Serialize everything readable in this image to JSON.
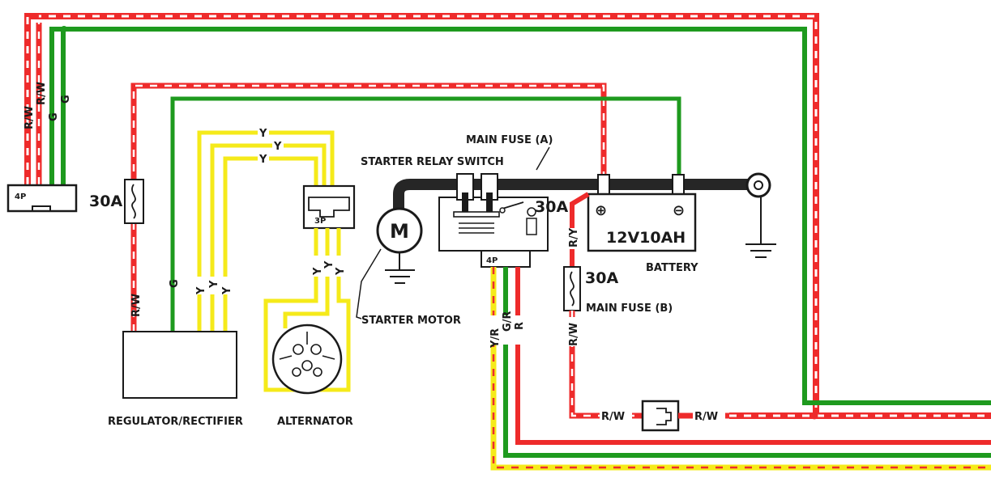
{
  "colors": {
    "red": "#ee2b2b",
    "green": "#1e9a1e",
    "yellow": "#f5ea1a",
    "ink": "#1a1a1a",
    "dash": "#ffffff"
  },
  "labels": {
    "main_fuse_a": "MAIN FUSE (A)",
    "starter_relay_switch": "STARTER RELAY SWITCH",
    "starter_motor": "STARTER MOTOR",
    "main_fuse_b": "MAIN FUSE (B)",
    "battery": "BATTERY",
    "battery_rating": "12V10AH",
    "regulator_rectifier": "REGULATOR/RECTIFIER",
    "alternator": "ALTERNATOR",
    "motor_symbol": "M",
    "fuse_30a_left": "30A",
    "fuse_30a_relay": "30A",
    "fuse_30a_main_b": "30A",
    "connector_4p_left": "4P",
    "connector_3p": "3P",
    "connector_4p_relay": "4P",
    "battery_plus": "⊕",
    "battery_minus": "⊖"
  },
  "wire_labels": {
    "left_rw_1": "R/W",
    "left_rw_2": "R/W",
    "left_g_1": "G",
    "left_g_2": "G",
    "reg_rw": "R/W",
    "reg_g": "G",
    "reg_y1": "Y",
    "reg_y2": "Y",
    "reg_y3": "Y",
    "top_y1": "Y",
    "top_y2": "Y",
    "top_y3": "Y",
    "alt_y1": "Y",
    "alt_y2": "Y",
    "alt_y3": "Y",
    "relay_yr": "Y/R",
    "relay_gr": "G/R",
    "relay_r": "R",
    "battery_ry": "R/Y",
    "fuse_b_rw": "R/W",
    "bottom_rw_1": "R/W",
    "bottom_rw_2": "R/W"
  }
}
